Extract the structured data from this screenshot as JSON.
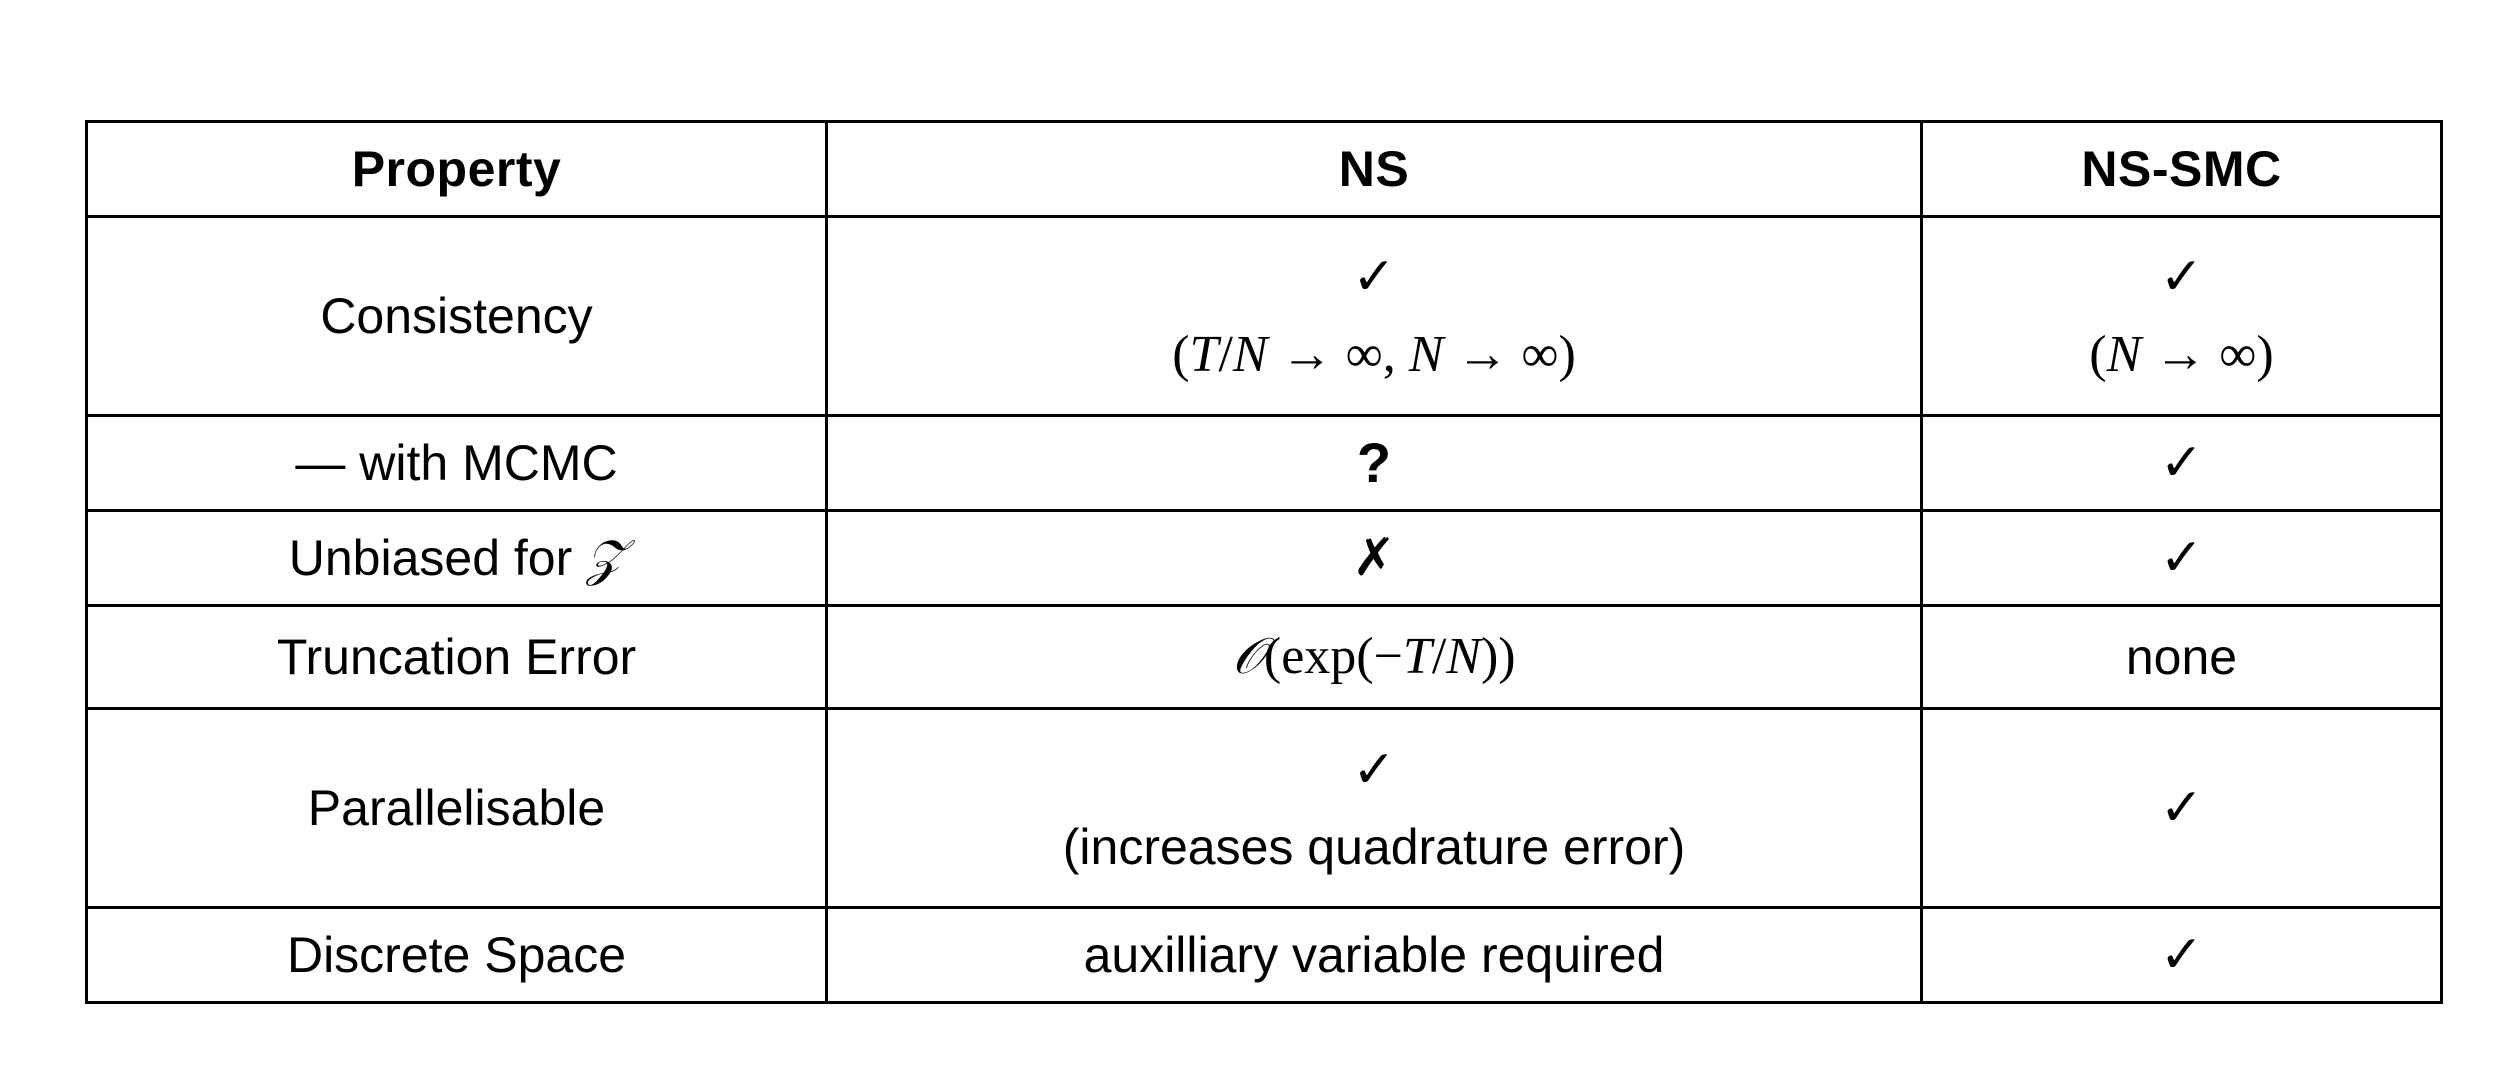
{
  "table": {
    "columns": [
      {
        "key": "property",
        "label": "Property"
      },
      {
        "key": "ns",
        "label": "NS"
      },
      {
        "key": "nssmc",
        "label": "NS-SMC"
      }
    ],
    "symbols": {
      "check": "✓",
      "cross": "✗",
      "question": "?",
      "emdash": "—",
      "infinity": "∞",
      "arrow_right": "→",
      "script_z": "𝒵",
      "script_o": "𝒪",
      "minus": "−"
    },
    "rows": [
      {
        "id": "consistency",
        "property": "Consistency",
        "ns_mark": "✓",
        "ns_note_open": "(",
        "ns_note_t": "T",
        "ns_note_slash": "/",
        "ns_note_n1": "N",
        "ns_note_arrow1": " → ",
        "ns_note_inf1": "∞",
        "ns_note_comma": ", ",
        "ns_note_n2": "N",
        "ns_note_arrow2": " → ",
        "ns_note_inf2": "∞",
        "ns_note_close": ")",
        "ns_note_plain": "(T/N → ∞, N → ∞)",
        "smc_mark": "✓",
        "smc_note_open": "(",
        "smc_note_n": "N",
        "smc_note_arrow": " → ",
        "smc_note_inf": "∞",
        "smc_note_close": ")",
        "smc_note_plain": "(N → ∞)"
      },
      {
        "id": "with-mcmc",
        "property": "— with MCMC",
        "ns_mark": "?",
        "smc_mark": "✓"
      },
      {
        "id": "unbiased-for-z",
        "property_prefix": "Unbiased for ",
        "property_symbol": "𝒵",
        "property": "Unbiased for 𝒵",
        "ns_mark": "✗",
        "smc_mark": "✓"
      },
      {
        "id": "truncation-error",
        "property": "Truncation Error",
        "ns_expr_o": "𝒪",
        "ns_expr_open": "(exp(",
        "ns_expr_minus": "−",
        "ns_expr_t": "T",
        "ns_expr_slash": "/",
        "ns_expr_n": "N",
        "ns_expr_close": "))",
        "ns_expr_plain": "𝒪(exp(−T/N))",
        "smc_text": "none"
      },
      {
        "id": "parallelisable",
        "property": "Parallelisable",
        "ns_mark": "✓",
        "ns_note": "(increases quadrature error)",
        "smc_mark": "✓"
      },
      {
        "id": "discrete-space",
        "property": "Discrete Space",
        "ns_text": "auxilliary variable required",
        "smc_mark": "✓"
      }
    ]
  },
  "style": {
    "border_color": "#000000",
    "text_color": "#000000",
    "background": "#ffffff"
  }
}
